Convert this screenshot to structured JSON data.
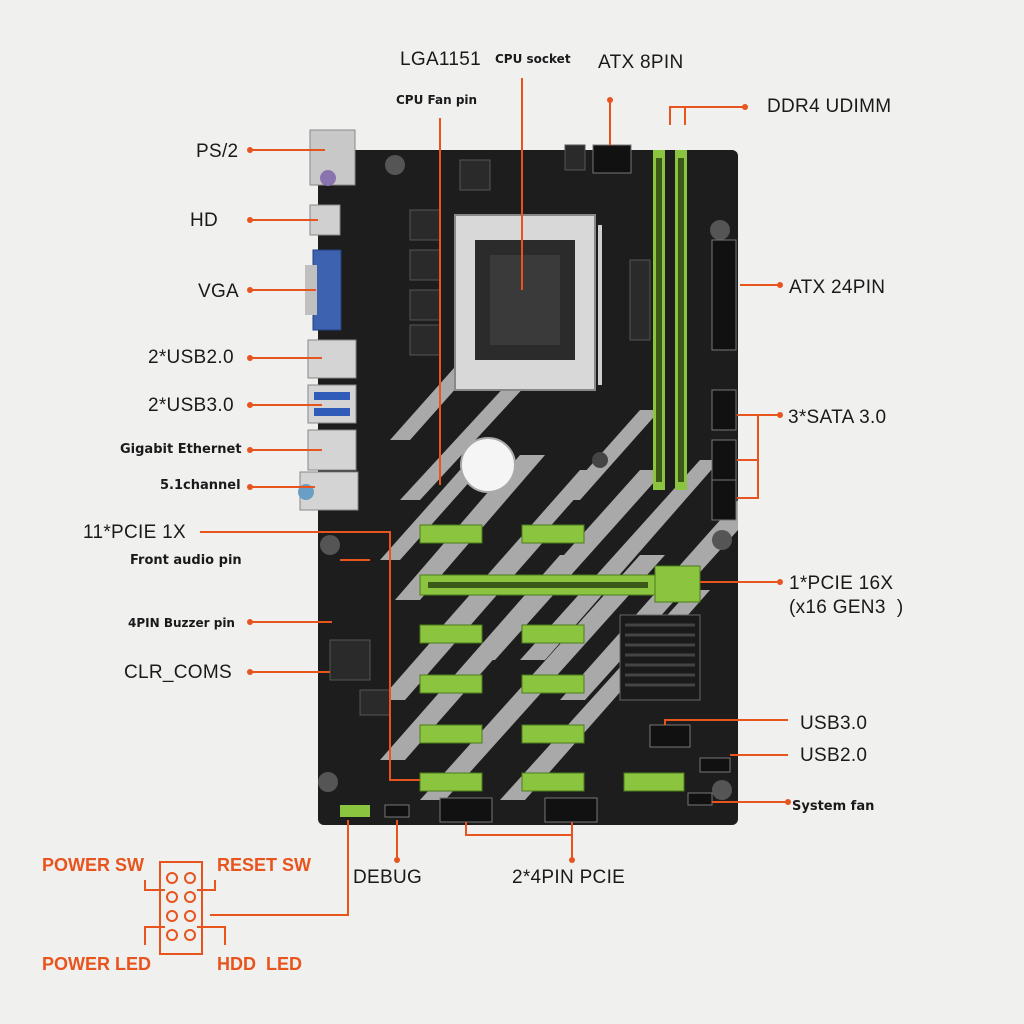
{
  "colors": {
    "background": "#f0f0ef",
    "board": "#1d1d1d",
    "accent_green": "#8bc43f",
    "callout_orange": "#e8541e",
    "stripe": "#bfbfbf"
  },
  "labels": {
    "lga1151": "LGA1151",
    "cpu_socket": "CPU socket",
    "atx_8pin": "ATX 8PIN",
    "cpu_fan_pin": "CPU Fan pin",
    "ddr4_udimm": "DDR4 UDIMM",
    "ps2": "PS/2",
    "hd": "HD",
    "vga": "VGA",
    "usb20_2x": "2*USB2.0",
    "usb30_2x": "2*USB3.0",
    "gigabit_ethernet": "Gigabit Ethernet",
    "channel_51": "5.1channel",
    "pcie_1x": "11*PCIE 1X",
    "front_audio_pin": "Front audio pin",
    "buzzer_pin": "4PIN Buzzer pin",
    "clr_coms": "CLR_COMS",
    "atx_24pin": "ATX 24PIN",
    "sata": "3*SATA 3.0",
    "pcie_16x": "1*PCIE 16X",
    "pcie_16x_gen": "(x16 GEN3  )",
    "usb30": "USB3.0",
    "usb20": "USB2.0",
    "system_fan": "System fan",
    "debug": "DEBUG",
    "pcie_4pin": "2*4PIN PCIE",
    "power_sw": "POWER SW",
    "reset_sw": "RESET SW",
    "power_led": "POWER LED",
    "hdd_led": "HDD  LED"
  }
}
